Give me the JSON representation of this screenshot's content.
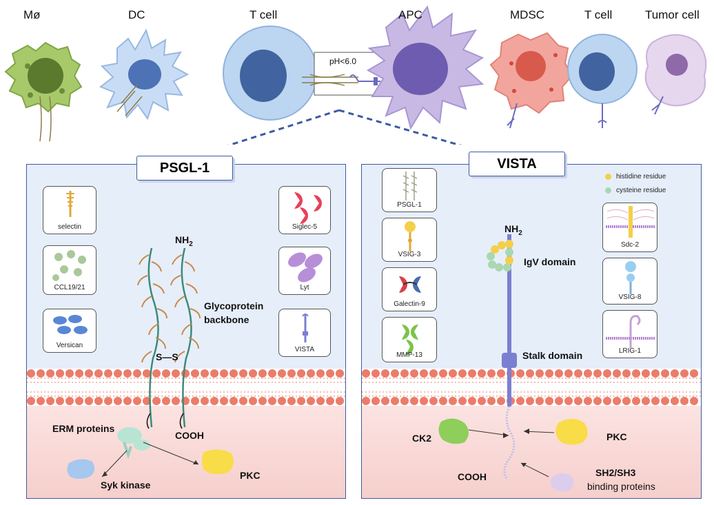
{
  "cells": {
    "macrophage": "Mø",
    "dc": "DC",
    "tcell1": "T cell",
    "apc": "APC",
    "mdsc": "MDSC",
    "tcell2": "T cell",
    "tumor": "Tumor cell"
  },
  "ph_label": "pH<6.0",
  "psgl": {
    "title": "PSGL-1",
    "ligands_left": [
      "selectin",
      "CCL19/21",
      "Versican"
    ],
    "ligands_right": [
      "Siglec-5",
      "Lyt",
      "VISTA"
    ],
    "nh2": "NH",
    "nh2_sub": "2",
    "backbone_line1": "Glycoprotein",
    "backbone_line2": "backbone",
    "disulfide": "S—S",
    "erm": "ERM proteins",
    "cooh": "COOH",
    "syk": "Syk kinase",
    "pkc": "PKC"
  },
  "vista": {
    "title": "VISTA",
    "legend": [
      "histidine residue",
      "cysteine residue"
    ],
    "ligands_left": [
      "PSGL-1",
      "VSIG-3",
      "Galectin-9",
      "MMP-13"
    ],
    "ligands_right": [
      "Sdc-2",
      "VSIG-8",
      "LRIG-1"
    ],
    "nh2": "NH",
    "nh2_sub": "2",
    "igv": "IgV domain",
    "stalk": "Stalk domain",
    "ck2": "CK2",
    "pkc": "PKC",
    "cooh": "COOH",
    "sh_line1": "SH2/SH3",
    "sh_line2": "binding proteins"
  },
  "colors": {
    "panel_border": "#3c5aa0",
    "panel_top": "#e6eefa",
    "membrane": "#e8705f",
    "cytoplasm": "#f6cfcc",
    "histidine": "#f4cf4a",
    "cysteine": "#a9d8b0",
    "vista_protein": "#7b7fd0"
  }
}
